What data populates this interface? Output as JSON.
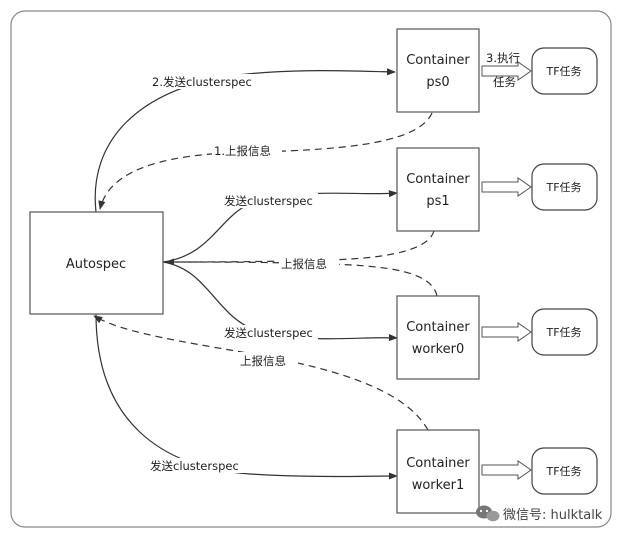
{
  "nodes": {
    "autospec": "Autospec",
    "ps0": [
      "Container",
      "ps0"
    ],
    "ps1": [
      "Container",
      "ps1"
    ],
    "worker0": [
      "Container",
      "worker0"
    ],
    "worker1": [
      "Container",
      "worker1"
    ]
  },
  "tasks": [
    "TF任务",
    "TF任务",
    "TF任务",
    "TF任务"
  ],
  "edge_labels": {
    "send_ps0": "2.发送clusterspec",
    "report_ps0": "1.上报信息",
    "exec_line1": "3.执行",
    "exec_line2": "任务",
    "send_ps1": "发送clusterspec",
    "report_ps1": "上报信息",
    "send_worker0": "发送clusterspec",
    "report_worker": "上报信息",
    "send_worker1": "发送clusterspec"
  },
  "watermark": "微信号: hulktalk"
}
